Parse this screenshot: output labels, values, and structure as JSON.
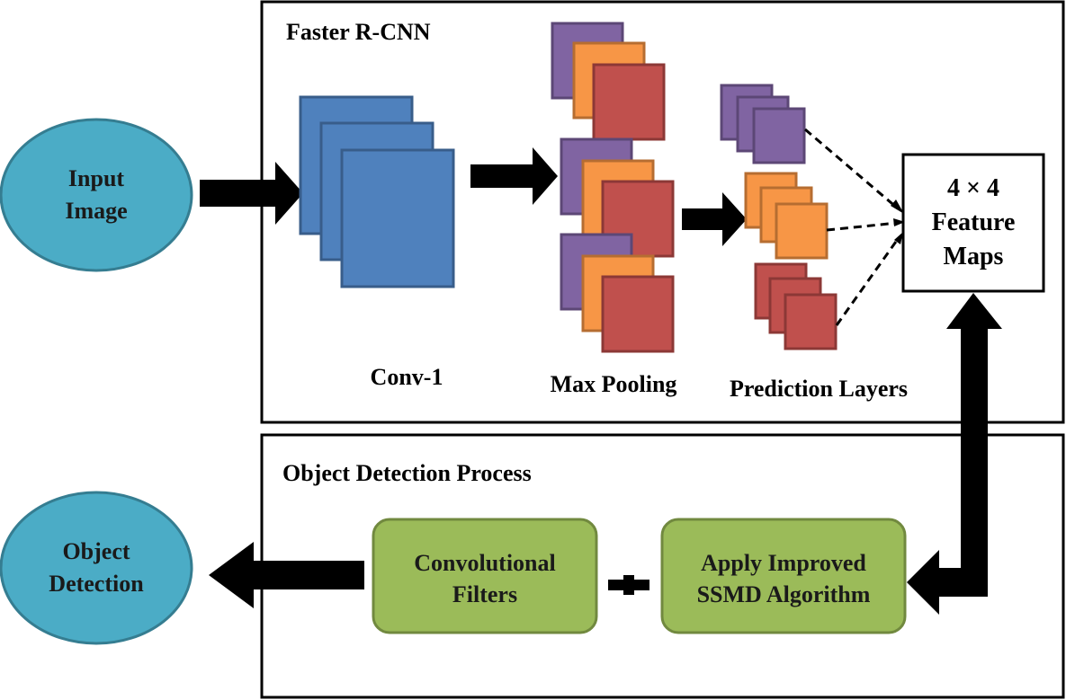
{
  "colors": {
    "ellipse_fill": "#4bacc6",
    "ellipse_stroke": "#357d91",
    "conv_fill": "#4f81bd",
    "conv_stroke": "#385d8a",
    "purple_fill": "#8064a2",
    "purple_stroke": "#5c4776",
    "orange_fill": "#f79646",
    "orange_stroke": "#b66d31",
    "red_fill": "#c0504d",
    "red_stroke": "#8c3836",
    "green_fill": "#9bbb59",
    "green_stroke": "#71893f",
    "arrow": "#000000"
  },
  "top_panel": {
    "title": "Faster R-CNN"
  },
  "bottom_panel": {
    "title": "Object Detection Process"
  },
  "input_node": {
    "line1": "Input",
    "line2": "Image"
  },
  "output_node": {
    "line1": "Object",
    "line2": "Detection"
  },
  "stages": {
    "conv": "Conv-1",
    "pool": "Max Pooling",
    "pred": "Prediction Layers"
  },
  "feature_maps": {
    "line1": "4 × 4",
    "line2": "Feature",
    "line3": "Maps"
  },
  "filters_box": {
    "line1": "Convolutional",
    "line2": "Filters"
  },
  "ssmd_box": {
    "line1": "Apply Improved",
    "line2": "SSMD Algorithm"
  },
  "plus_icon": "plus-sign"
}
